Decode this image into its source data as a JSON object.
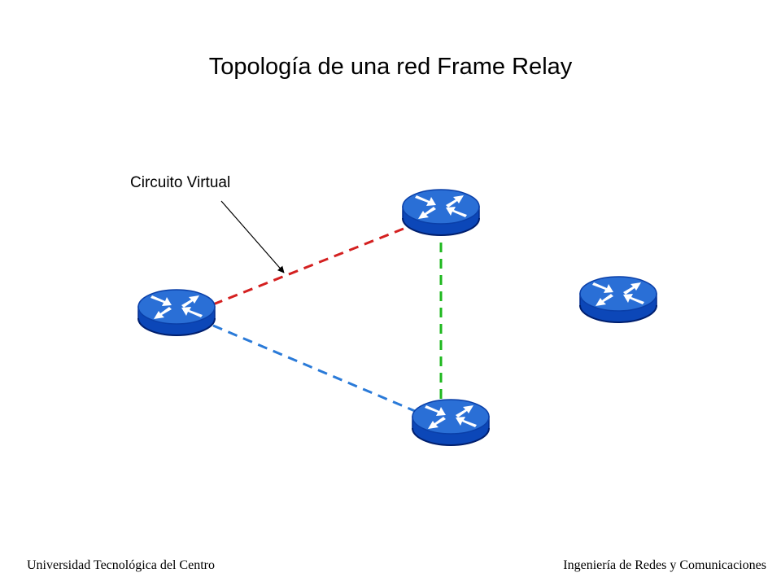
{
  "slide": {
    "title": "Topología de una red Frame Relay",
    "annotation": "Circuito Virtual",
    "footer_left": "Universidad Tecnológica del Centro",
    "footer_right": "Ingeniería de Redes y Comunicaciones"
  },
  "colors": {
    "router_top": "#2a6fd6",
    "router_body": "#0c47b8",
    "router_edge": "#002a8c",
    "vc_red": "#d42020",
    "vc_green": "#1fb81f",
    "vc_blue": "#2a7ad8"
  },
  "icons": {
    "router": "router-icon"
  },
  "diagram": {
    "routers": [
      "router-left",
      "router-top",
      "router-bottom",
      "router-right"
    ],
    "virtual_circuits": [
      {
        "from": "router-left",
        "to": "router-top",
        "color": "vc_red"
      },
      {
        "from": "router-top",
        "to": "router-bottom",
        "color": "vc_green"
      },
      {
        "from": "router-left",
        "to": "router-bottom",
        "color": "vc_blue"
      }
    ]
  }
}
